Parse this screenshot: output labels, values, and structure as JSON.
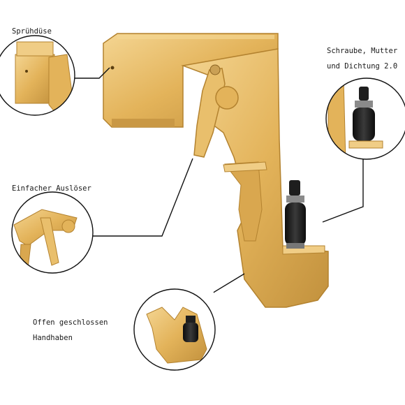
{
  "labels": {
    "nozzle": "Sprühdüse",
    "screw_line1": "Schraube, Mutter",
    "screw_line2": "und Dichtung 2.0",
    "trigger": "Einfacher Auslöser",
    "handle_line1": "Offen geschlossen",
    "handle_line2": "Handhaben"
  },
  "colors": {
    "gold": "#e3b35a",
    "gold_dark": "#b3822f",
    "gold_light": "#f4d592",
    "rubber": "#1e1e1e",
    "line": "#111111"
  }
}
